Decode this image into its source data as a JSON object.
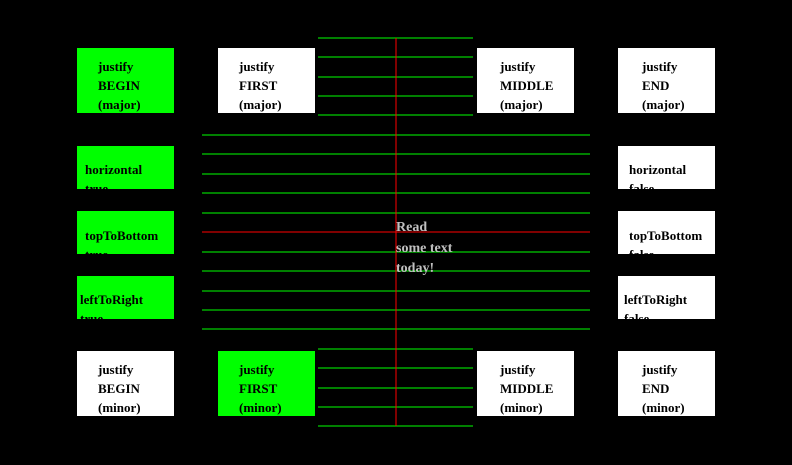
{
  "colors": {
    "on": "#00ff00",
    "off": "#ffffff",
    "line": "#00ff00",
    "axis": "#ff0000",
    "text": "#c0c0c0"
  },
  "justify_major": {
    "begin": {
      "l1": "justify",
      "l2": "BEGIN",
      "l3": "(major)"
    },
    "first": {
      "l1": "justify",
      "l2": "FIRST",
      "l3": "(major)"
    },
    "middle": {
      "l1": "justify",
      "l2": "MIDDLE",
      "l3": "(major)"
    },
    "end": {
      "l1": "justify",
      "l2": "END",
      "l3": "(major)"
    }
  },
  "justify_minor": {
    "begin": {
      "l1": "justify",
      "l2": "BEGIN",
      "l3": "(minor)"
    },
    "first": {
      "l1": "justify",
      "l2": "FIRST",
      "l3": "(minor)"
    },
    "middle": {
      "l1": "justify",
      "l2": "MIDDLE",
      "l3": "(minor)"
    },
    "end": {
      "l1": "justify",
      "l2": "END",
      "l3": "(minor)"
    }
  },
  "toggles": {
    "horizontal_true": {
      "l1": "horizontal",
      "l2": "true"
    },
    "horizontal_false": {
      "l1": "horizontal",
      "l2": "false"
    },
    "topToBottom_true": {
      "l1": "topToBottom",
      "l2": "true"
    },
    "topToBottom_false": {
      "l1": "topToBottom",
      "l2": "false"
    },
    "leftToRight_true": {
      "l1": "leftToRight",
      "l2": "true"
    },
    "leftToRight_false": {
      "l1": "leftToRight",
      "l2": "false"
    }
  },
  "text": {
    "l1": "Read",
    "l2": "some text",
    "l3": "today!"
  }
}
